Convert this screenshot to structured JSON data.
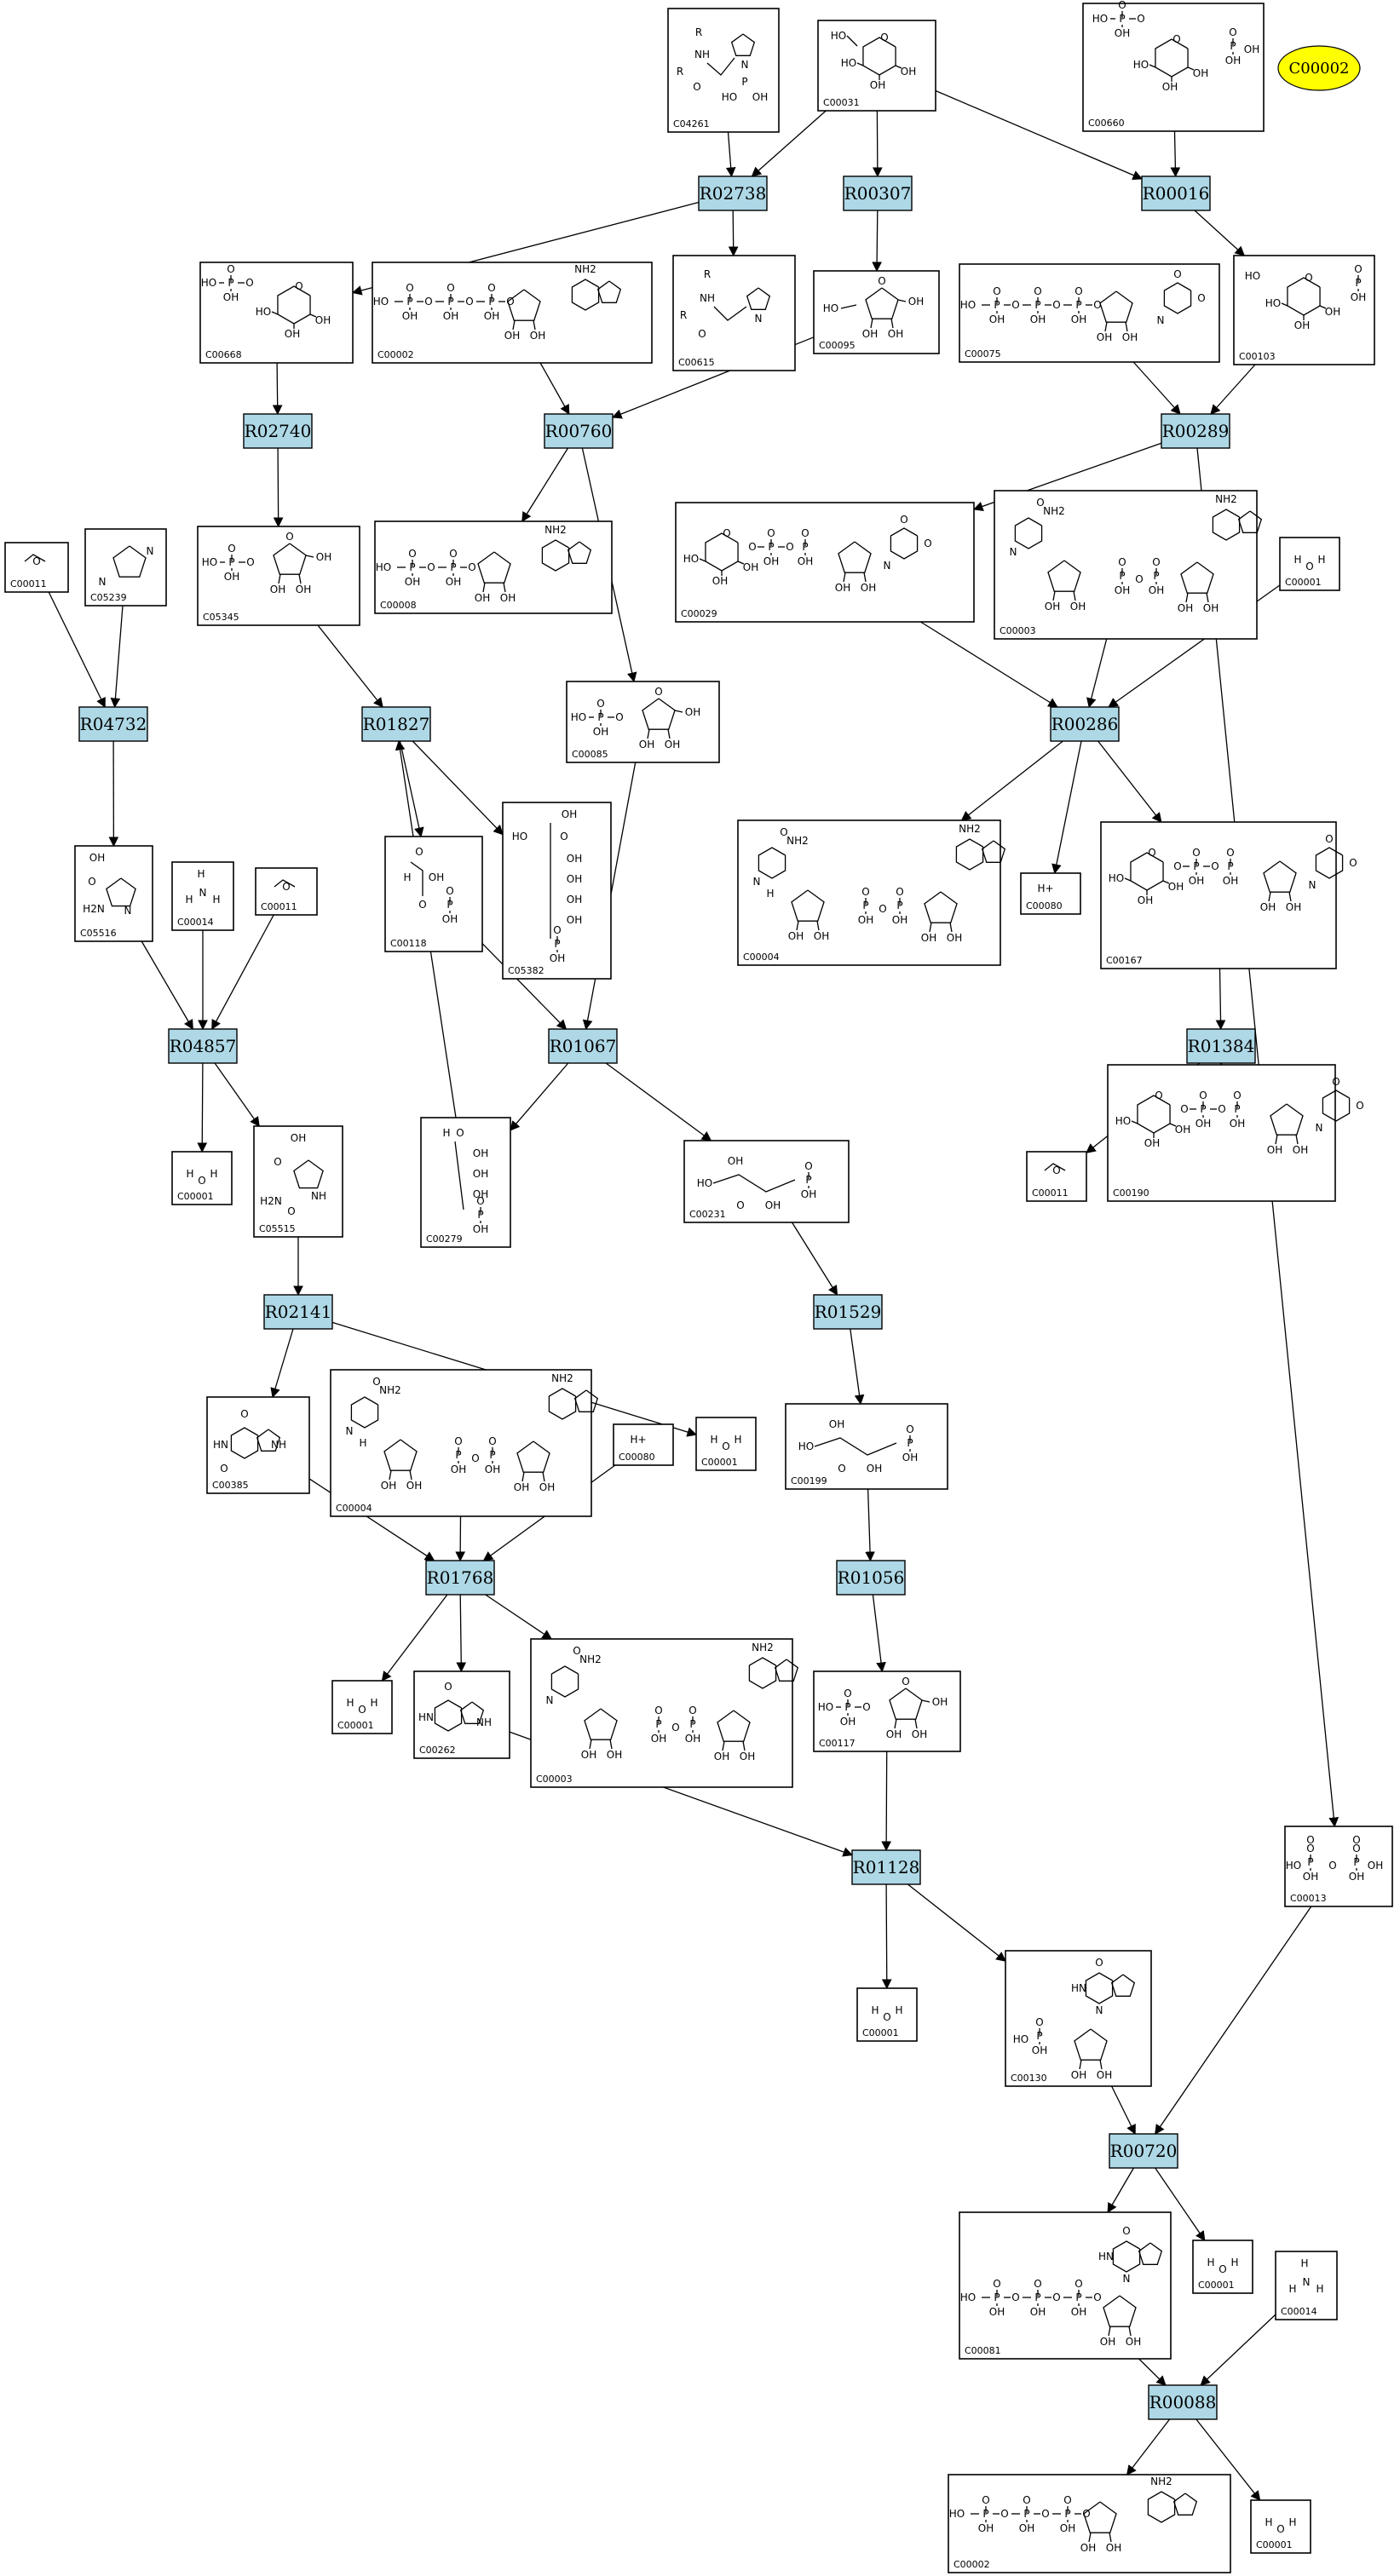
{
  "colors": {
    "reaction_fill": "#aed8e6",
    "legend_fill": "#ffff00",
    "edge": "#000000"
  },
  "legend": {
    "label": "C00002"
  },
  "reactions": [
    {
      "id": "R02738"
    },
    {
      "id": "R00307"
    },
    {
      "id": "R00016"
    },
    {
      "id": "R02740"
    },
    {
      "id": "R00760"
    },
    {
      "id": "R00289"
    },
    {
      "id": "R04732"
    },
    {
      "id": "R01827"
    },
    {
      "id": "R00286"
    },
    {
      "id": "R04857"
    },
    {
      "id": "R01067"
    },
    {
      "id": "R01384"
    },
    {
      "id": "R02141"
    },
    {
      "id": "R01529"
    },
    {
      "id": "R01768"
    },
    {
      "id": "R01056"
    },
    {
      "id": "R01128"
    },
    {
      "id": "R00720"
    },
    {
      "id": "R00088"
    }
  ],
  "compounds": [
    {
      "id": "C04261",
      "formula": "R-CO-NH-CH(CO)-CH2-Im, N-PO3H2"
    },
    {
      "id": "C00031",
      "formula": "HO-CH2-glucopyranose(OH)4"
    },
    {
      "id": "C00660",
      "formula": "(HO)2OP-O-hexose-O-PO(OH)2"
    },
    {
      "id": "C00668",
      "formula": "(HO)2OP-O-CH2-glucose(OH)4"
    },
    {
      "id": "C00002",
      "formula": "HO-P-O-P-O-P-O-ribose-adenine"
    },
    {
      "id": "C00615",
      "formula": "R-CO-NH-CH(CO)-CH2-Im"
    },
    {
      "id": "C00095",
      "formula": "HO-fructofuranose(OH)3"
    },
    {
      "id": "C00075",
      "formula": "HO-P-O-P-O-P-O-ribose-uracil"
    },
    {
      "id": "C00103",
      "formula": "glucose-1-O-PO3H2"
    },
    {
      "id": "C00011",
      "formula": "O=C=O"
    },
    {
      "id": "C05239",
      "formula": "H2N-imidazole"
    },
    {
      "id": "C05345",
      "formula": "(HO)2OP-O-CH2-fructofuranose"
    },
    {
      "id": "C00008",
      "formula": "HO-P-O-P-O-ribose-adenine"
    },
    {
      "id": "C00029",
      "formula": "glucose-O-P-O-P-O-ribose-uracil"
    },
    {
      "id": "C00003",
      "formula": "NAD+"
    },
    {
      "id": "C00001",
      "formula": "H2O"
    },
    {
      "id": "C00085",
      "formula": "(HO)2OP-O-CH2-fructofuranose(OH)2"
    },
    {
      "id": "C05516",
      "formula": "HOOC-imidazole-NH2"
    },
    {
      "id": "C00014",
      "formula": "NH3"
    },
    {
      "id": "C00118",
      "formula": "OHC-CH(OH)-CH2-O-PO3H2"
    },
    {
      "id": "C05382",
      "formula": "HO-CH2-CO-(CHOH)4-CH2-O-PO3H2"
    },
    {
      "id": "C00004",
      "formula": "NADH"
    },
    {
      "id": "C00080",
      "formula": "H+"
    },
    {
      "id": "C00167",
      "formula": "glucuronate-O-P-O-P-O-ribose-uracil"
    },
    {
      "id": "C00279",
      "formula": "OHC-(CHOH)2-CH2-O-PO3H2"
    },
    {
      "id": "C00231",
      "formula": "HO-CH2-CO-(CHOH)2-CH2-O-PO3H2"
    },
    {
      "id": "C05515",
      "formula": "HOOC-imidazole-CONH2"
    },
    {
      "id": "C00190",
      "formula": "xylose-O-P-O-P-O-ribose-uracil"
    },
    {
      "id": "C00385",
      "formula": "xanthine"
    },
    {
      "id": "C00199",
      "formula": "HO-CH2-CO-(CHOH)2-CH2-O-PO3H2"
    },
    {
      "id": "C00262",
      "formula": "hypoxanthine"
    },
    {
      "id": "C00117",
      "formula": "(HO)2OP-O-CH2-ribose(OH)3"
    },
    {
      "id": "C00013",
      "formula": "(HO)2OP-O-PO(OH)2"
    },
    {
      "id": "C00130",
      "formula": "(HO)2OP-O-CH2-ribose-hypoxanthine"
    },
    {
      "id": "C00081",
      "formula": "HO-P-O-P-O-P-O-ribose-hypoxanthine"
    }
  ],
  "labels": {
    "R": "R",
    "H": "H",
    "O": "O",
    "OH": "OH",
    "HO": "HO",
    "N": "N",
    "NH": "NH",
    "NH2": "NH2",
    "H2N": "H2N",
    "P": "P",
    "HN": "HN",
    "Hplus": "H+",
    "H2O": "H2O",
    "NH3": "NH3"
  }
}
